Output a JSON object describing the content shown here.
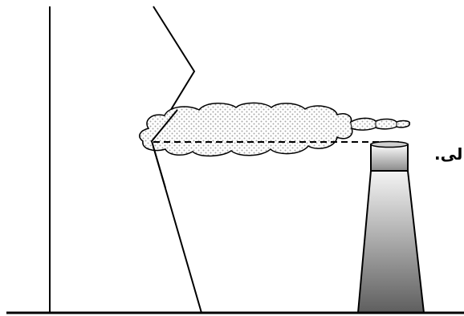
{
  "labels": {
    "stack_label": "لی."
  },
  "colors": {
    "line": "#000000",
    "plume_fill": "#ffffff",
    "plume_dots": "#a8a8a8",
    "stack_light": "#f4f4f4",
    "stack_dark": "#5e5e5e"
  },
  "elements": {
    "vertical_line": "inversion-boundary",
    "slanted_line": "temperature-profile",
    "plume": "smoke-plume",
    "stack": "chimney",
    "dashed_line": "stack-height-line",
    "ground": "ground-line"
  }
}
